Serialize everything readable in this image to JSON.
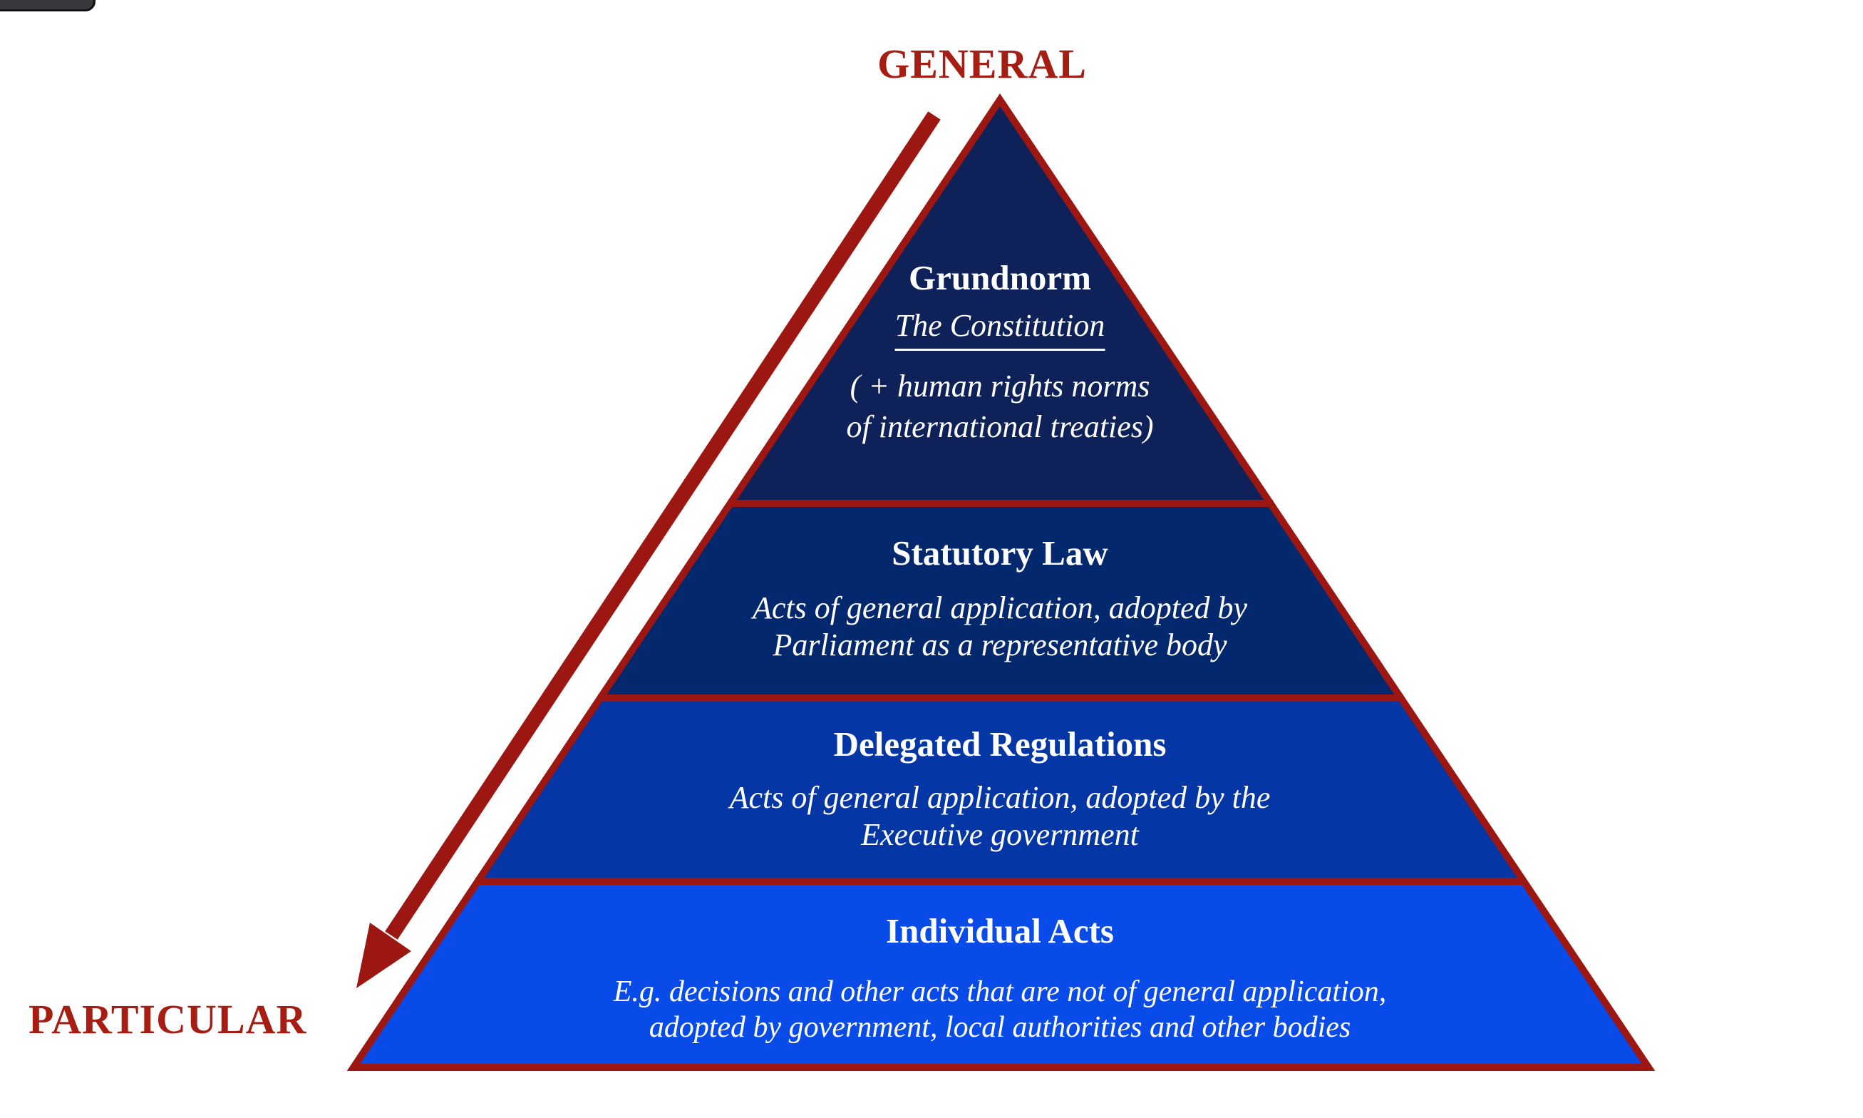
{
  "labels": {
    "general": "GENERAL",
    "particular": "PARTICULAR"
  },
  "colors": {
    "tier1": "#0e2259",
    "tier2": "#04286e",
    "tier3": "#0536a6",
    "tier4": "#084be8",
    "outline": "#9c1712",
    "label_text": "#a51d13",
    "tier_text": "#ffffff"
  },
  "tiers": [
    {
      "heading": "Grundnorm",
      "subheading": "The Constitution",
      "note_line1": "( + human rights norms",
      "note_line2": "of international treaties)"
    },
    {
      "heading": "Statutory Law",
      "line1": "Acts of general application, adopted by",
      "line2": "Parliament as a representative body"
    },
    {
      "heading": "Delegated Regulations",
      "line1": "Acts of general application, adopted by the",
      "line2": "Executive government"
    },
    {
      "heading": "Individual Acts",
      "line1": "E.g. decisions and other acts that are not of general application,",
      "line2": "adopted by government, local authorities and other bodies"
    }
  ]
}
